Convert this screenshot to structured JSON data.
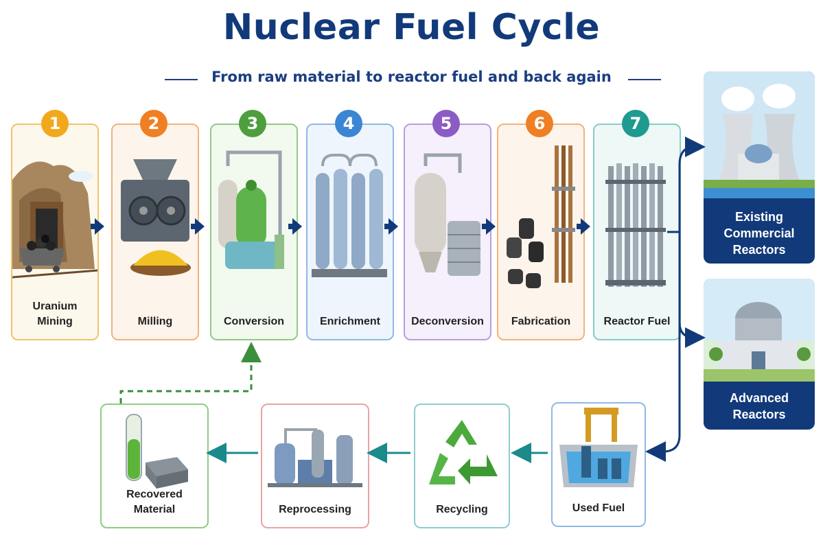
{
  "header": {
    "title": "Nuclear Fuel Cycle",
    "subtitle": "From raw material to reactor fuel and back again"
  },
  "colors": {
    "title": "#123a7a",
    "arrow_main": "#123a7a",
    "arrow_return": "#1a8a8a",
    "arrow_recovered": "#3a8f3a"
  },
  "steps": [
    {
      "number": "1",
      "label_line1": "Uranium",
      "label_line2": "Mining",
      "badge_color": "#f2a81d",
      "border": "#f0c36a",
      "bg": "#fdf8ec",
      "icon": "mine-cart-icon"
    },
    {
      "number": "2",
      "label_line1": "Milling",
      "label_line2": "",
      "badge_color": "#ef7f22",
      "border": "#f2b27a",
      "bg": "#fdf4ec",
      "icon": "mill-machine-icon"
    },
    {
      "number": "3",
      "label_line1": "Conversion",
      "label_line2": "",
      "badge_color": "#4e9e3e",
      "border": "#8fcb83",
      "bg": "#f2f9ef",
      "icon": "conversion-plant-icon"
    },
    {
      "number": "4",
      "label_line1": "Enrichment",
      "label_line2": "",
      "badge_color": "#3b86d4",
      "border": "#8fb8e6",
      "bg": "#eff5fc",
      "icon": "centrifuge-icon"
    },
    {
      "number": "5",
      "label_line1": "Deconversion",
      "label_line2": "",
      "badge_color": "#8a5cc4",
      "border": "#b79ddf",
      "bg": "#f5f0fb",
      "icon": "deconversion-tank-icon"
    },
    {
      "number": "6",
      "label_line1": "Fabrication",
      "label_line2": "",
      "badge_color": "#ef7f22",
      "border": "#f2b27a",
      "bg": "#fdf4ec",
      "icon": "fuel-pellet-icon"
    },
    {
      "number": "7",
      "label_line1": "Reactor Fuel",
      "label_line2": "",
      "badge_color": "#1f9a90",
      "border": "#86cdc6",
      "bg": "#eef8f7",
      "icon": "fuel-assembly-icon"
    }
  ],
  "reactors": [
    {
      "label_line1": "Existing",
      "label_line2": "Commercial",
      "label_line3": "Reactors",
      "icon": "cooling-tower-icon"
    },
    {
      "label_line1": "Advanced",
      "label_line2": "Reactors",
      "label_line3": "",
      "icon": "dome-reactor-icon"
    }
  ],
  "return_path": [
    {
      "label_line1": "Used Fuel",
      "label_line2": "",
      "border": "#8fb8e6",
      "icon": "spent-fuel-pool-icon"
    },
    {
      "label_line1": "Recycling",
      "label_line2": "",
      "border": "#8fcbd0",
      "icon": "recycle-icon"
    },
    {
      "label_line1": "Reprocessing",
      "label_line2": "",
      "border": "#eaa3a3",
      "icon": "reprocessing-plant-icon"
    },
    {
      "label_line1": "Recovered",
      "label_line2": "Material",
      "border": "#8fcb83",
      "icon": "test-tube-ingot-icon"
    }
  ]
}
